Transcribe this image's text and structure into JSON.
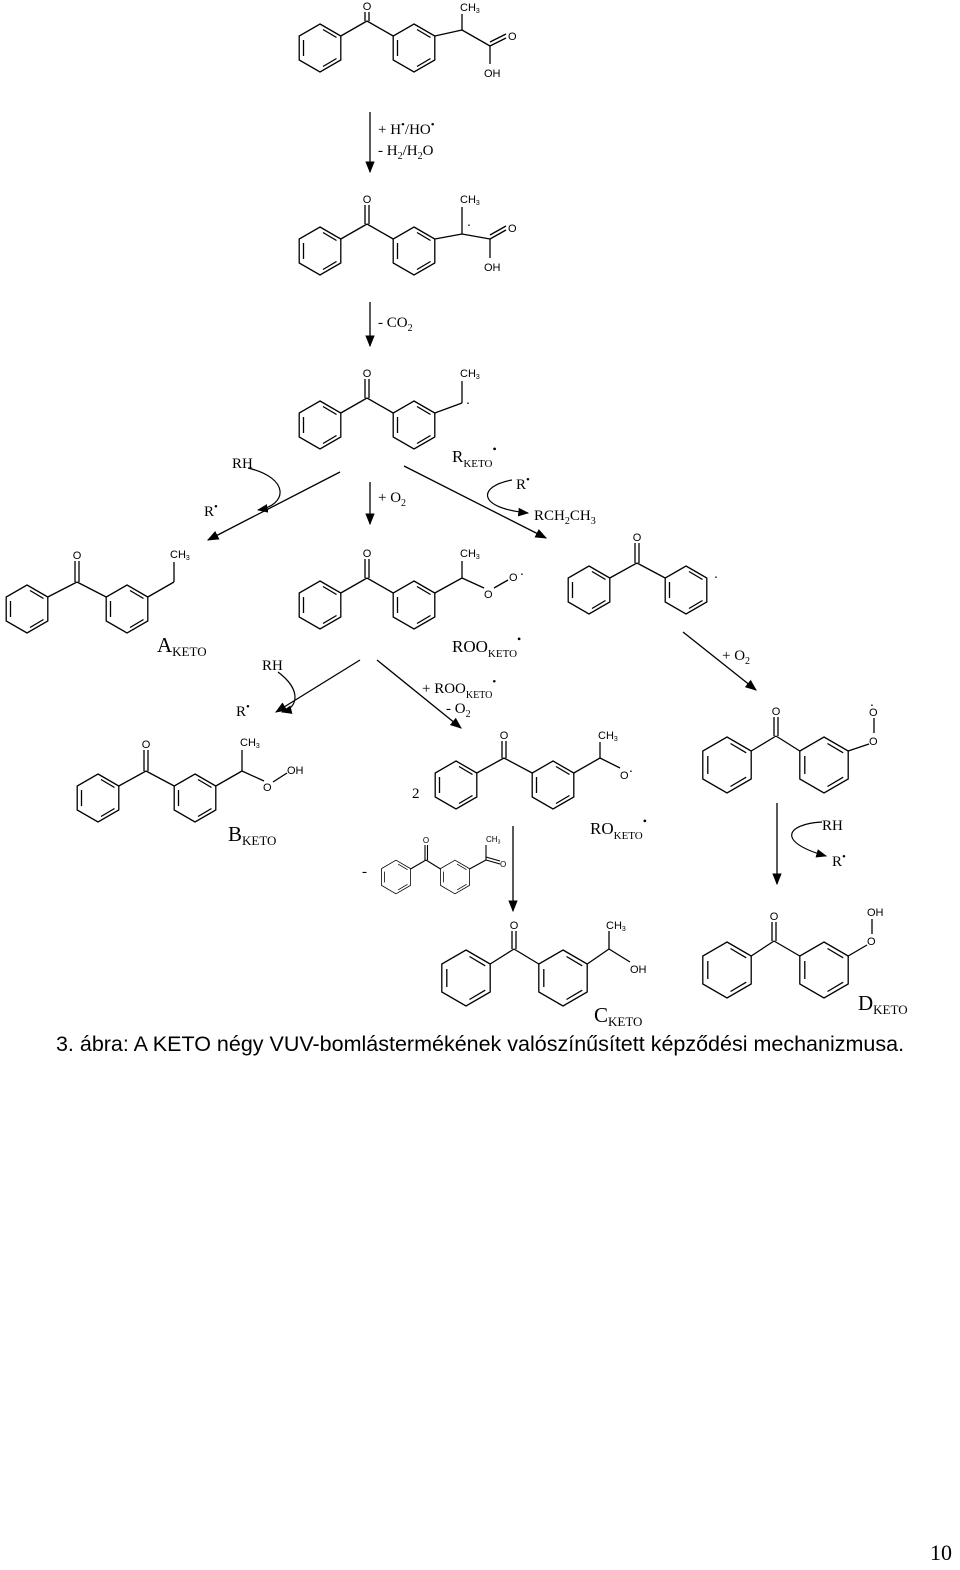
{
  "atoms": {
    "O": "O",
    "OH": "OH",
    "CH": "CH",
    "sub3": "3",
    "dot": "."
  },
  "labels": {
    "step1": {
      "line1_a": "+ H",
      "line1_b": "/HO",
      "line2_a": "- H",
      "line2_sub1": "2",
      "line2_b": "/H",
      "line2_sub2": "2",
      "line2_c": "O"
    },
    "step2": {
      "text": "- CO",
      "sub": "2"
    },
    "rh": "RH",
    "r": "R",
    "plus_o2": "+ O",
    "o2_sub": "2",
    "r_keto": "R",
    "keto": "KETO",
    "rch2ch3": {
      "a": "RCH",
      "sub1": "2",
      "b": "CH",
      "sub2": "3"
    },
    "a_keto": "A",
    "b_keto": "B",
    "c_keto": "C",
    "d_keto": "D",
    "roo_keto": "ROO",
    "plus_roo_keto": "+ ROO",
    "minus_o2": "- O",
    "two": "2",
    "minus": "-",
    "ro_keto": "RO"
  },
  "caption": "3. ábra: A KETO négy VUV-bomlástermékének valószínűsített képződési mechanizmusa.",
  "page_number": "10"
}
